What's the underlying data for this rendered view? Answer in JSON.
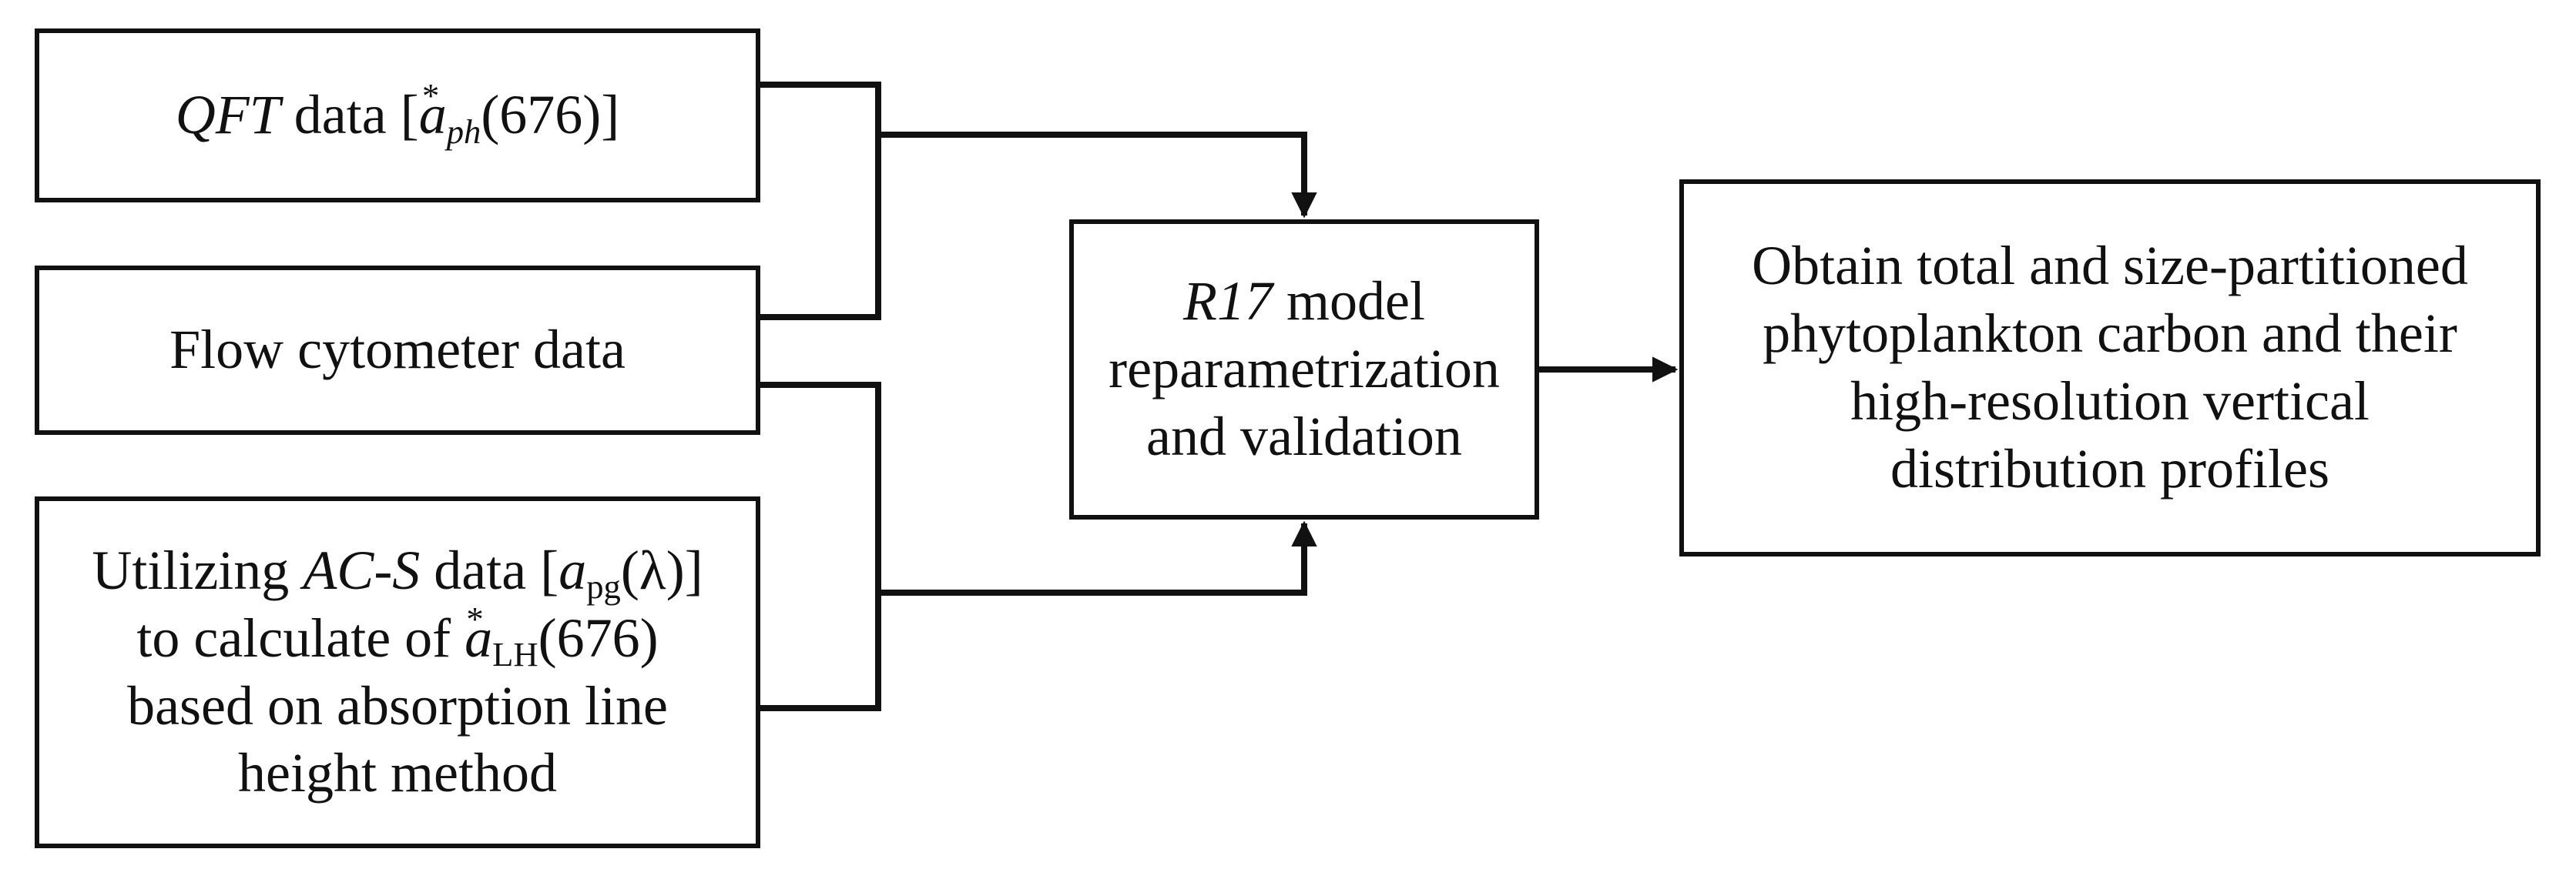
{
  "nodes": {
    "qft": {
      "italic": "QFT",
      "text": " data [",
      "var": "a",
      "sup": "*",
      "sub": "ph",
      "arg": "(676)]"
    },
    "flow": {
      "text": "Flow cytometer data"
    },
    "acs": {
      "line1_pre": "Utilizing ",
      "line1_italic": "AC-S",
      "line1_mid": " data [",
      "line1_var": "a",
      "line1_sub": "pg",
      "line1_arg": "(λ)]",
      "line2_pre": "to calculate of ",
      "line2_var": "a",
      "line2_sup": "*",
      "line2_sub": "LH",
      "line2_arg": "(676)",
      "line3": "based on absorption line",
      "line4": "height method"
    },
    "r17": {
      "italic": "R17",
      "line1_rest": " model",
      "line2": "reparametrization",
      "line3": "and validation"
    },
    "output": {
      "line1": "Obtain total and size-partitioned",
      "line2": "phytoplankton carbon and their",
      "line3": "high-resolution vertical",
      "line4": "distribution profiles"
    }
  },
  "colors": {
    "stroke": "#111111",
    "background": "#ffffff"
  }
}
